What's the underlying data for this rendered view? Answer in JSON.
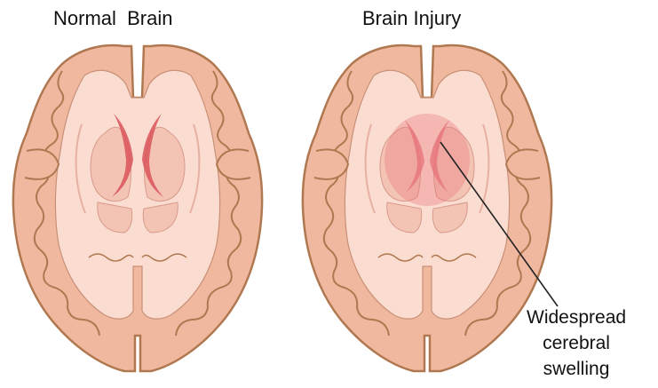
{
  "panels": {
    "normal": {
      "title": "Normal  Brain"
    },
    "injury": {
      "title": "Brain Injury"
    }
  },
  "callout": {
    "line1": "Widespread",
    "line2": "cerebral",
    "line3": "swelling"
  },
  "colors": {
    "cortex_outline": "#b07850",
    "cortex_fill": "#f1b8a0",
    "white_matter": "#fadcd0",
    "deep_structure": "#f3c3b4",
    "ventricle": "#d9545b",
    "swelling": "#e7727a",
    "pointer_line": "#222222"
  }
}
